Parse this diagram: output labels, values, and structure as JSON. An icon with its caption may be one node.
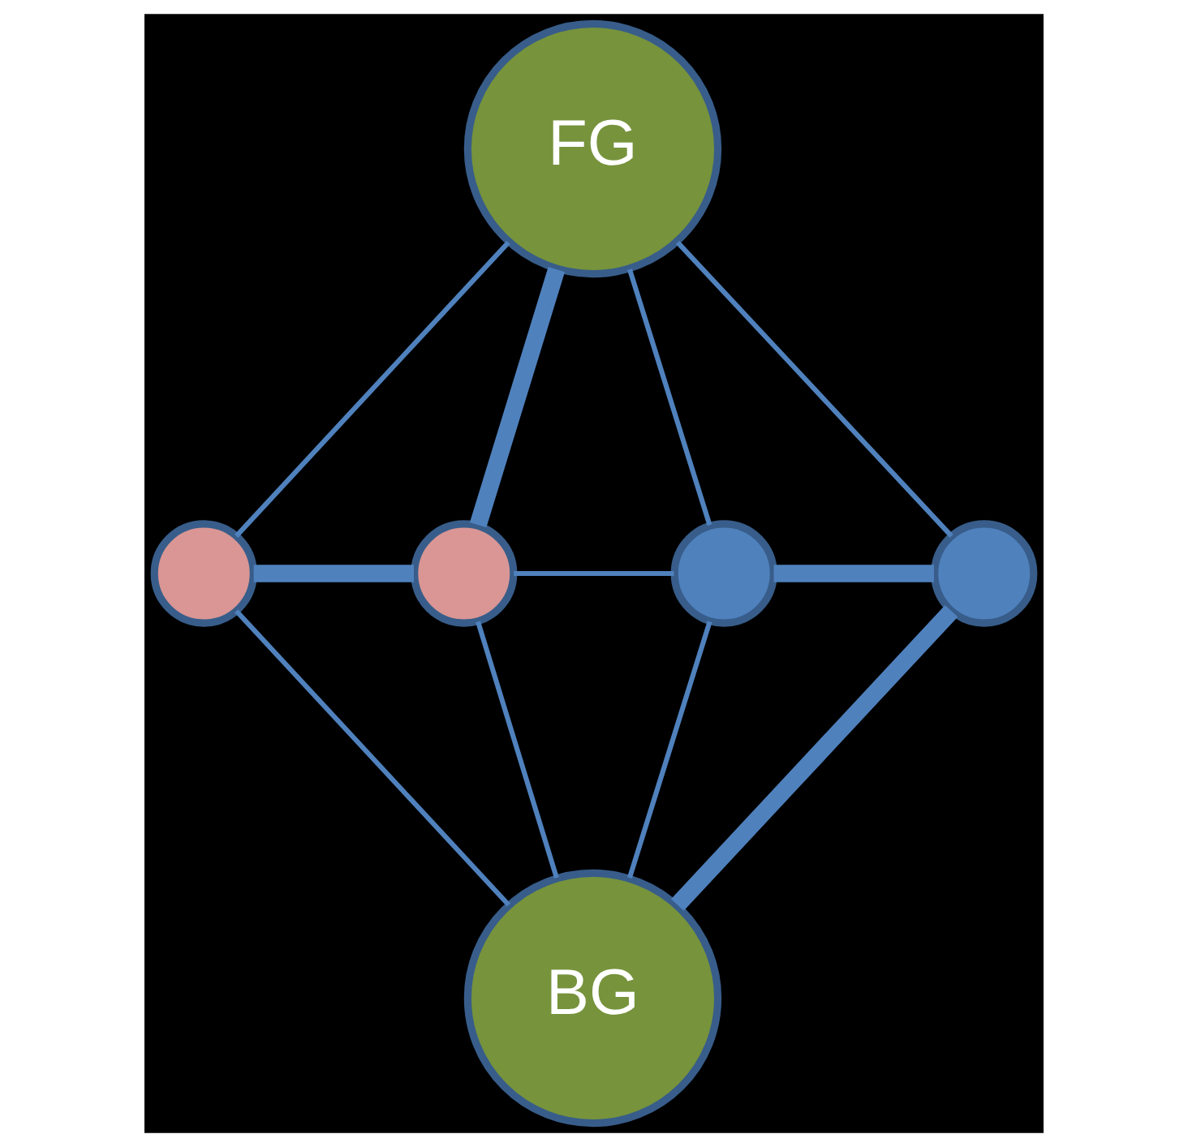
{
  "diagram": {
    "nodes": [
      {
        "text": [
          "FG"
        ]
      },
      {
        "text": [],
        "shape": "circle"
      },
      {
        "text": [],
        "shape": "circle"
      },
      {
        "text": [],
        "shape": "circle"
      },
      {
        "text": [],
        "shape": "circle"
      },
      {
        "text": [
          "BG"
        ]
      }
    ],
    "edges": [
      {
        "from": 0,
        "to": 1,
        "arrow": "none"
      },
      {
        "from": 0,
        "to": 2,
        "arrow": "none",
        "style": "thick"
      },
      {
        "from": 0,
        "to": 3,
        "arrow": "none"
      },
      {
        "from": 0,
        "to": 4,
        "arrow": "none"
      },
      {
        "from": 1,
        "to": 2,
        "arrow": "none",
        "style": "thick"
      },
      {
        "from": 2,
        "to": 3,
        "arrow": "none"
      },
      {
        "from": 3,
        "to": 4,
        "arrow": "none",
        "style": "thick"
      },
      {
        "from": 1,
        "to": 5,
        "arrow": "none"
      },
      {
        "from": 2,
        "to": 5,
        "arrow": "none"
      },
      {
        "from": 3,
        "to": 5,
        "arrow": "none"
      },
      {
        "from": 4,
        "to": 5,
        "arrow": "none",
        "style": "thick"
      }
    ]
  }
}
